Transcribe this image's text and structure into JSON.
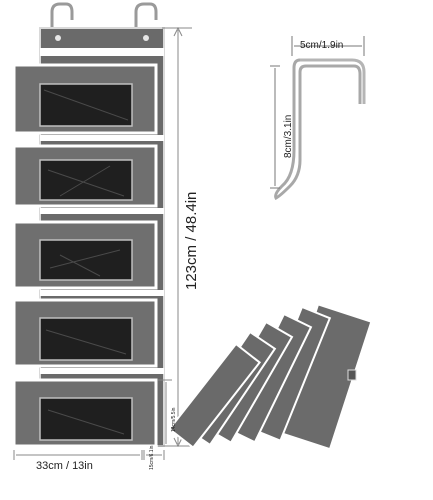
{
  "dimensions": {
    "height_label": "123cm / 48.4in",
    "width_label": "33cm / 13in",
    "depth_label": "15cm/6.1in",
    "pocket_height_label": "14cm/5.5in"
  },
  "hook": {
    "width_label": "5cm/1.9in",
    "height_label": "8cm/3.1in"
  },
  "colors": {
    "fabric": "#686868",
    "fabric_dark": "#4f4f4f",
    "trim": "#ffffff",
    "window": "#2a2a2a",
    "background": "#ffffff"
  }
}
